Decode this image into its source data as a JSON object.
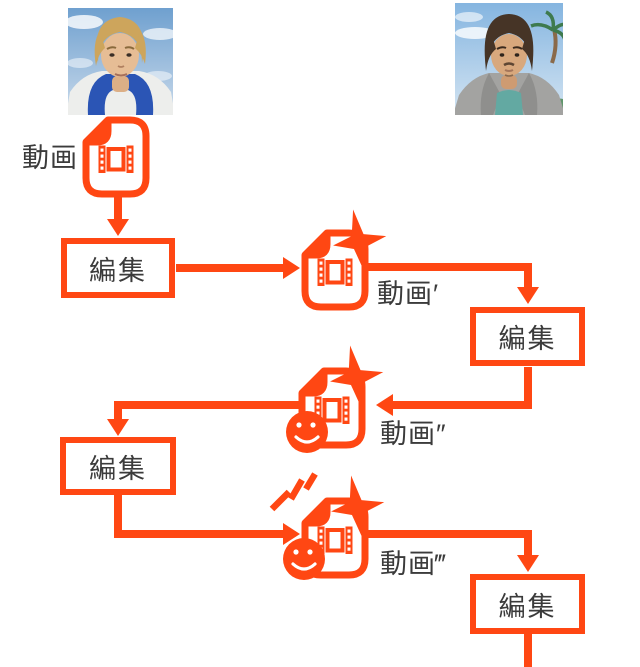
{
  "colors": {
    "accent": "#FF4713",
    "label_text": "#3B3B3B",
    "background": "#FFFFFF"
  },
  "flow": {
    "source_label": "動画",
    "edit_boxes": [
      {
        "label": "編集"
      },
      {
        "label": "編集"
      },
      {
        "label": "編集"
      },
      {
        "label": "編集"
      }
    ],
    "video_versions": [
      {
        "label": "動画′"
      },
      {
        "label": "動画″"
      },
      {
        "label": "動画‴"
      }
    ]
  },
  "icons": {
    "video_file": "video-file-icon",
    "sparkle": "sparkle-icon",
    "smiley": "smiley-face-icon",
    "shine": "shine-lines-icon",
    "photo_left": "person-photo-left",
    "photo_right": "person-photo-right"
  }
}
